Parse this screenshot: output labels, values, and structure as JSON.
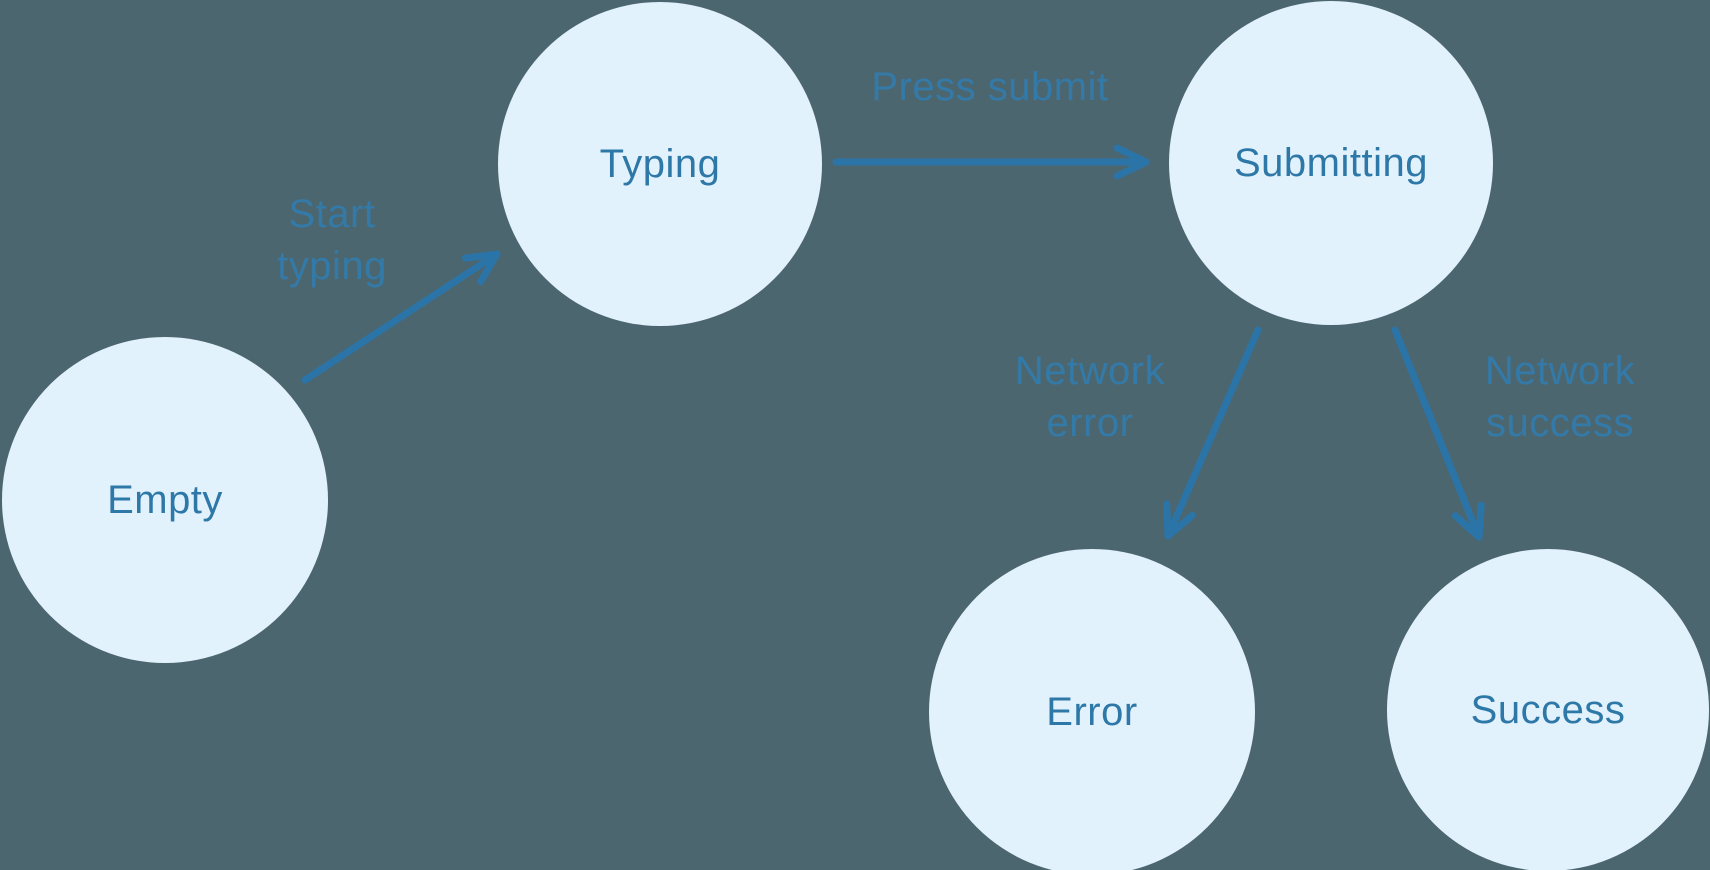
{
  "colors": {
    "background": "#4c6670",
    "node_fill": "#e2f2fd",
    "node_text": "#2e78a8",
    "edge_label": "#337aa8",
    "arrow": "#2b74a8"
  },
  "nodes": {
    "empty": {
      "label": "Empty"
    },
    "typing": {
      "label": "Typing"
    },
    "submitting": {
      "label": "Submitting"
    },
    "error": {
      "label": "Error"
    },
    "success": {
      "label": "Success"
    }
  },
  "edges": {
    "start_typing": {
      "label": "Start\ntyping",
      "from": "Empty",
      "to": "Typing"
    },
    "press_submit": {
      "label": "Press submit",
      "from": "Typing",
      "to": "Submitting"
    },
    "network_error": {
      "label": "Network\nerror",
      "from": "Submitting",
      "to": "Error"
    },
    "network_success": {
      "label": "Network\nsuccess",
      "from": "Submitting",
      "to": "Success"
    }
  }
}
